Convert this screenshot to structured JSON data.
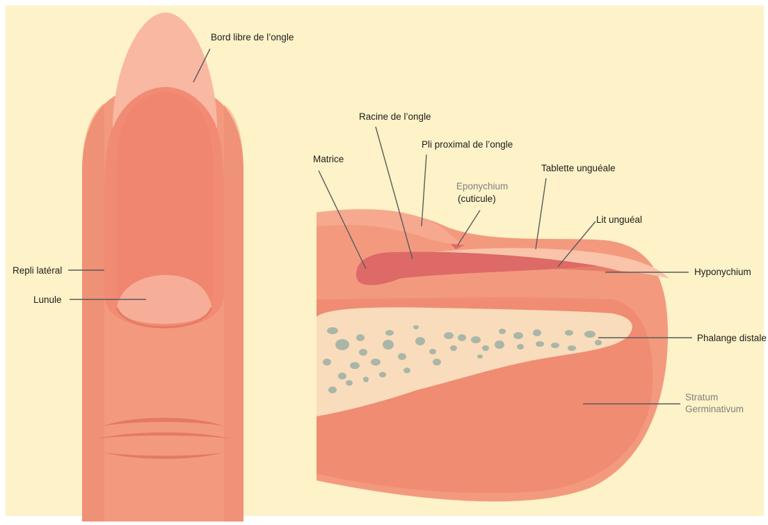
{
  "colors": {
    "background": "#fdf2c8",
    "skin": "#f39a7e",
    "skin_dark": "#eb8469",
    "nail_tip": "#f9b8a2",
    "nail_bed": "#f28a74",
    "lunula": "#f6ae98",
    "matrix": "#dd6a67",
    "bone": "#f9dcbc",
    "bone_pore": "#a9b6a8",
    "leader_line": "#5a5a5a",
    "muted_label": "#808080"
  },
  "labels": {
    "free_edge": "Bord libre de l’ongle",
    "lateral_fold": "Repli latéral",
    "lunula": "Lunule",
    "nail_root": "Racine de l’ongle",
    "proximal_fold": "Pli proximal de l’ongle",
    "matrix": "Matrice",
    "nail_plate": "Tablette unguéale",
    "eponychium_line1": "Eponychium",
    "eponychium_line2": "(cuticule)",
    "nail_bed": "Lit unguéal",
    "hyponychium": "Hyponychium",
    "distal_phalanx": "Phalange distale",
    "stratum_line1": "Stratum",
    "stratum_line2": "Germinativum"
  },
  "icons": {
    "finger_top_view": "finger-nail-top-view",
    "finger_cross_section": "finger-nail-cross-section"
  }
}
